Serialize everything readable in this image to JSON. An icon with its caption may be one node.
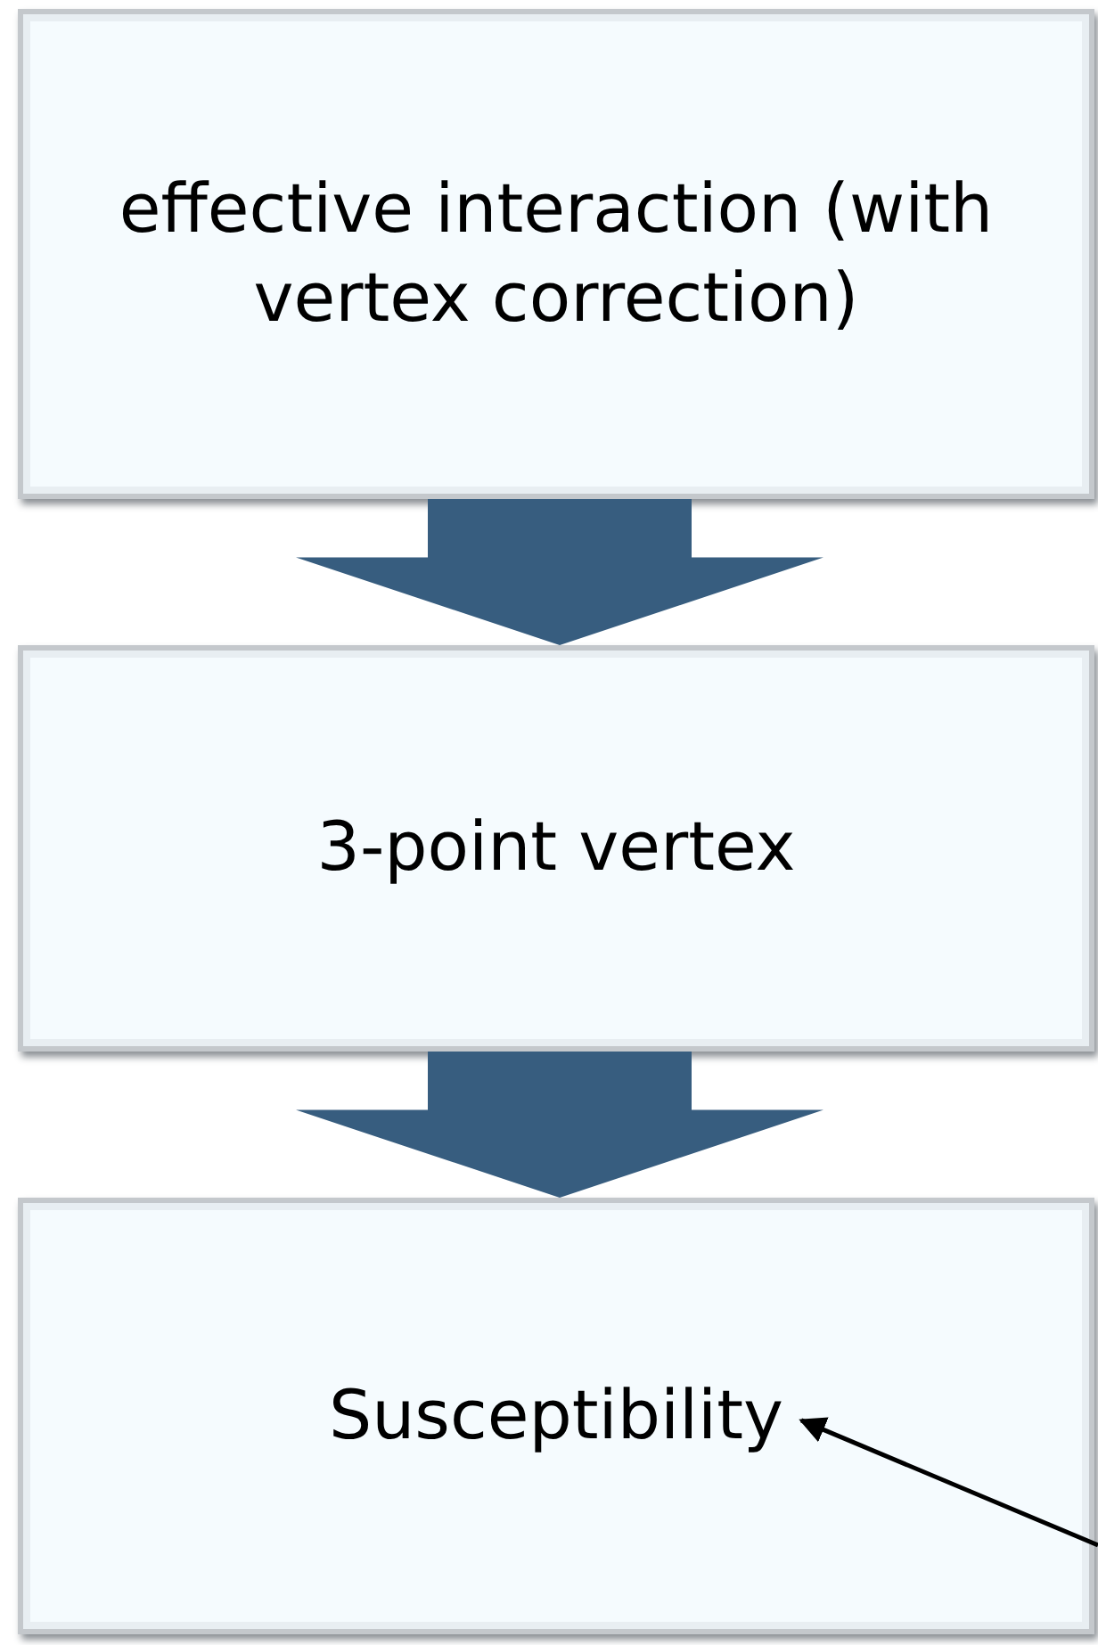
{
  "diagram": {
    "nodes": [
      {
        "text": [
          "effective interaction (with vertex correction)"
        ]
      },
      {
        "text": [
          "3-point vertex"
        ]
      },
      {
        "text": [
          "Susceptibility"
        ]
      }
    ],
    "edges": [
      {
        "from": 0,
        "to": 1,
        "arrow": "to",
        "style": "thick",
        "color": "#375d7f"
      },
      {
        "from": 1,
        "to": 2,
        "arrow": "to",
        "style": "thick",
        "color": "#375d7f"
      },
      {
        "from": null,
        "to": 2,
        "arrow": "to"
      }
    ]
  }
}
